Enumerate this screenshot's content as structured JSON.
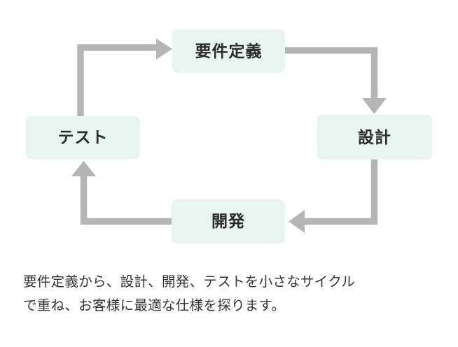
{
  "diagram": {
    "type": "cycle-flow",
    "title": "",
    "accent_box_color": "#e9f4f1",
    "arrow_color": "#b5b5b5",
    "text_color": "#2b2b2b",
    "background_color": "#ffffff",
    "nodes": [
      {
        "id": "requirements",
        "label": "要件定義",
        "position": "top"
      },
      {
        "id": "design",
        "label": "設計",
        "position": "right"
      },
      {
        "id": "development",
        "label": "開発",
        "position": "bottom"
      },
      {
        "id": "test",
        "label": "テスト",
        "position": "left"
      }
    ],
    "edges": [
      {
        "from": "requirements",
        "to": "design",
        "direction": "down-right"
      },
      {
        "from": "design",
        "to": "development",
        "direction": "down-left"
      },
      {
        "from": "development",
        "to": "test",
        "direction": "left-up"
      },
      {
        "from": "test",
        "to": "requirements",
        "direction": "up-right"
      }
    ]
  },
  "caption": {
    "line1": "要件定義から、設計、開発、テストを小さなサイクル",
    "line2": "で重ね、お客様に最適な仕様を探ります。"
  }
}
